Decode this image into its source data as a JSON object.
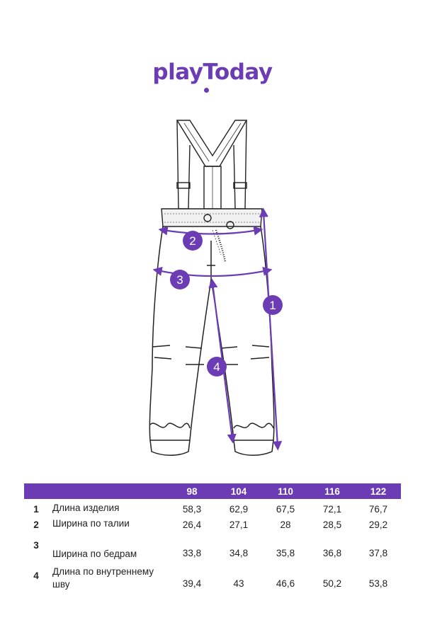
{
  "brand": {
    "logo_text": "playToday",
    "color": "#6c3cb4"
  },
  "diagram": {
    "markers": [
      "1",
      "2",
      "3",
      "4"
    ],
    "line_color": "#222222",
    "accent_color": "#6c3cb4"
  },
  "size_table": {
    "sizes": [
      "98",
      "104",
      "110",
      "116",
      "122"
    ],
    "rows": [
      {
        "num": "1",
        "label": "Длина изделия",
        "values": [
          "58,3",
          "62,9",
          "67,5",
          "72,1",
          "76,7"
        ]
      },
      {
        "num": "2",
        "label": "Ширина по талии",
        "values": [
          "26,4",
          "27,1",
          "28",
          "28,5",
          "29,2"
        ]
      },
      {
        "num": "3",
        "label": "Ширина по бедрам",
        "values": [
          "33,8",
          "34,8",
          "35,8",
          "36,8",
          "37,8"
        ]
      },
      {
        "num": "4",
        "label": "Длина по внутреннему шву",
        "values": [
          "39,4",
          "43",
          "46,6",
          "50,2",
          "53,8"
        ]
      }
    ]
  }
}
